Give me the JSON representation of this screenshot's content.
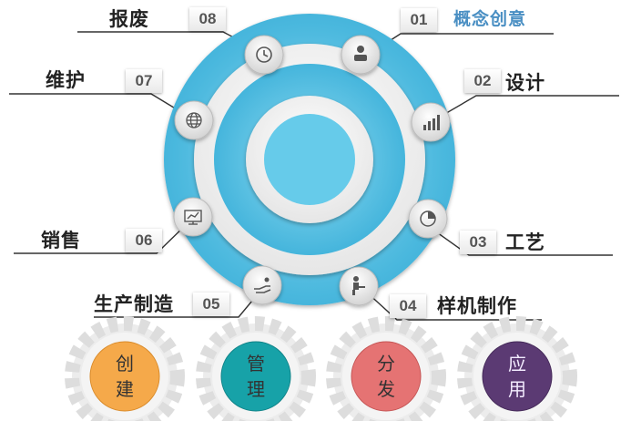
{
  "steps": [
    {
      "num": "01",
      "label": "概念创意",
      "icon": "user-icon"
    },
    {
      "num": "02",
      "label": "设计",
      "icon": "bar-chart-icon"
    },
    {
      "num": "03",
      "label": "工艺",
      "icon": "pie-chart-icon"
    },
    {
      "num": "04",
      "label": "样机制作",
      "icon": "worker-icon"
    },
    {
      "num": "05",
      "label": "生产制造",
      "icon": "hand-icon"
    },
    {
      "num": "06",
      "label": "销售",
      "icon": "monitor-chart-icon"
    },
    {
      "num": "07",
      "label": "维护",
      "icon": "globe-icon"
    },
    {
      "num": "08",
      "label": "报废",
      "icon": "clock-icon"
    }
  ],
  "gears": [
    {
      "line1": "创",
      "line2": "建",
      "color": "#f5a94a"
    },
    {
      "line1": "管",
      "line2": "理",
      "color": "#17a2a8"
    },
    {
      "line1": "分",
      "line2": "发",
      "color": "#e57373"
    },
    {
      "line1": "应",
      "line2": "用",
      "color": "#5b3a73"
    }
  ],
  "colors": {
    "accent": "#4a8fc3",
    "ring": "#6ccbe8",
    "ring_dark": "#3fb0d8"
  }
}
